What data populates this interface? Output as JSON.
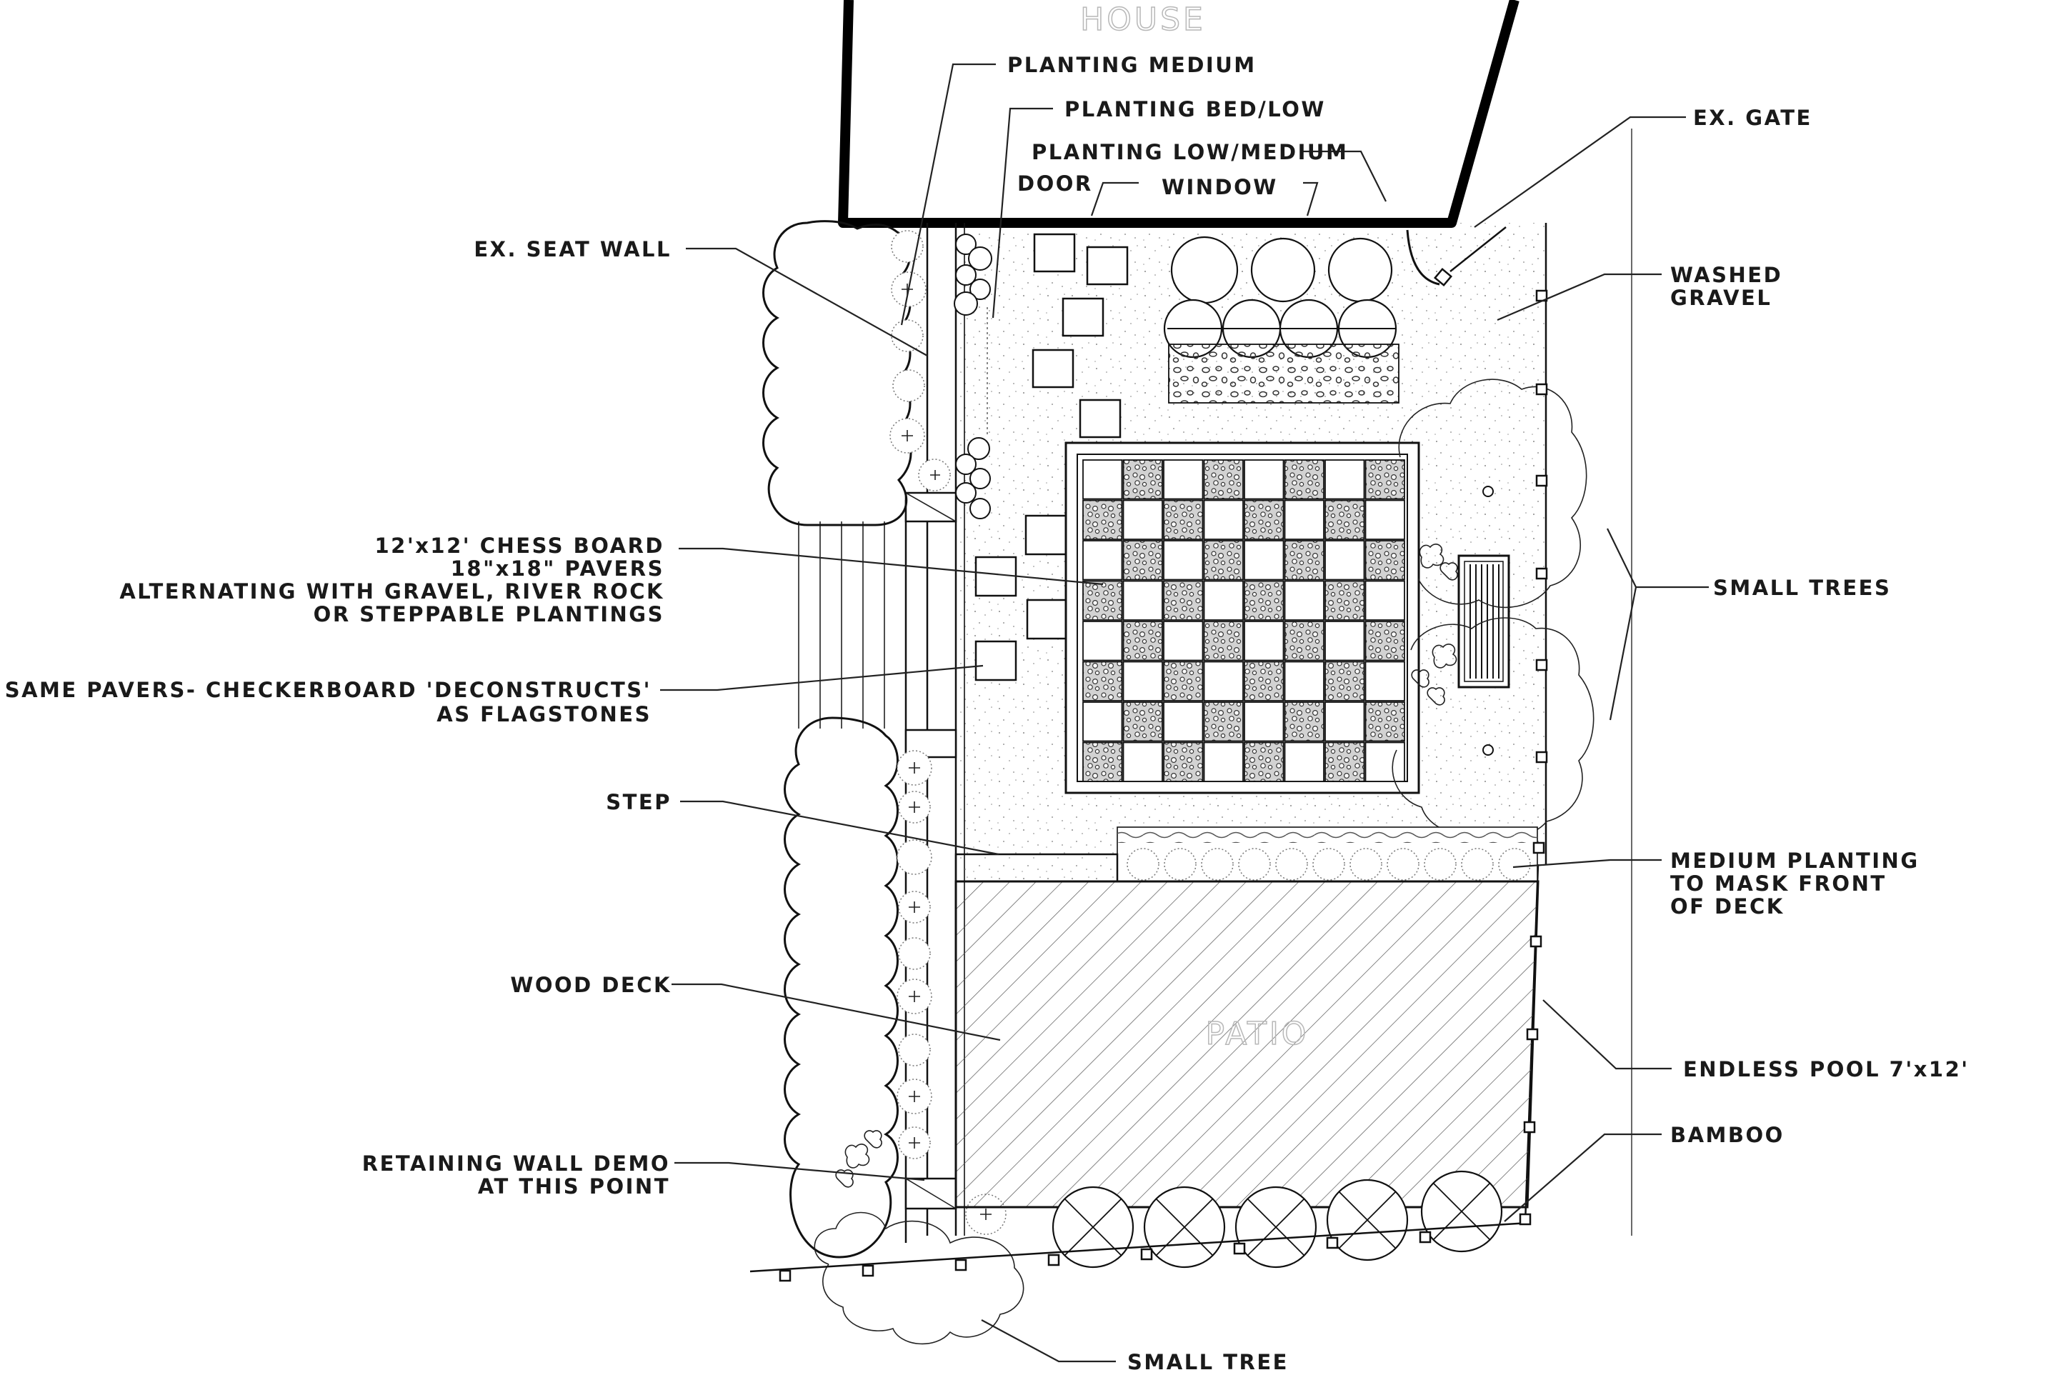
{
  "title": "HOUSE",
  "area_label": "PATIO",
  "labels": {
    "planting_medium": "PLANTING MEDIUM",
    "planting_bed_low": "PLANTING BED/LOW",
    "planting_low_medium": "PLANTING LOW/MEDIUM",
    "door": "DOOR",
    "window": "WINDOW",
    "ex_gate": "EX.  GATE",
    "ex_seat_wall": "EX.  SEAT WALL",
    "washed_gravel_1": "WASHED",
    "washed_gravel_2": "GRAVEL",
    "chess_1": "12'x12' CHESS BOARD",
    "chess_2": "18\"x18\" PAVERS",
    "chess_3": "ALTERNATING WITH GRAVEL, RIVER ROCK",
    "chess_4": "OR STEPPABLE PLANTINGS",
    "small_trees": "SMALL TREES",
    "same_pavers_1": "SAME PAVERS- CHECKERBOARD 'DECONSTRUCTS'",
    "same_pavers_2": "AS FLAGSTONES",
    "step": "STEP",
    "medium_planting_1": "MEDIUM PLANTING",
    "medium_planting_2": "TO MASK FRONT",
    "medium_planting_3": "OF DECK",
    "wood_deck": "WOOD DECK",
    "endless_pool": "ENDLESS POOL 7'x12'",
    "bamboo": "BAMBOO",
    "retaining_1": "RETAINING WALL DEMO",
    "retaining_2": "AT THIS POINT",
    "small_tree": "SMALL TREE"
  }
}
